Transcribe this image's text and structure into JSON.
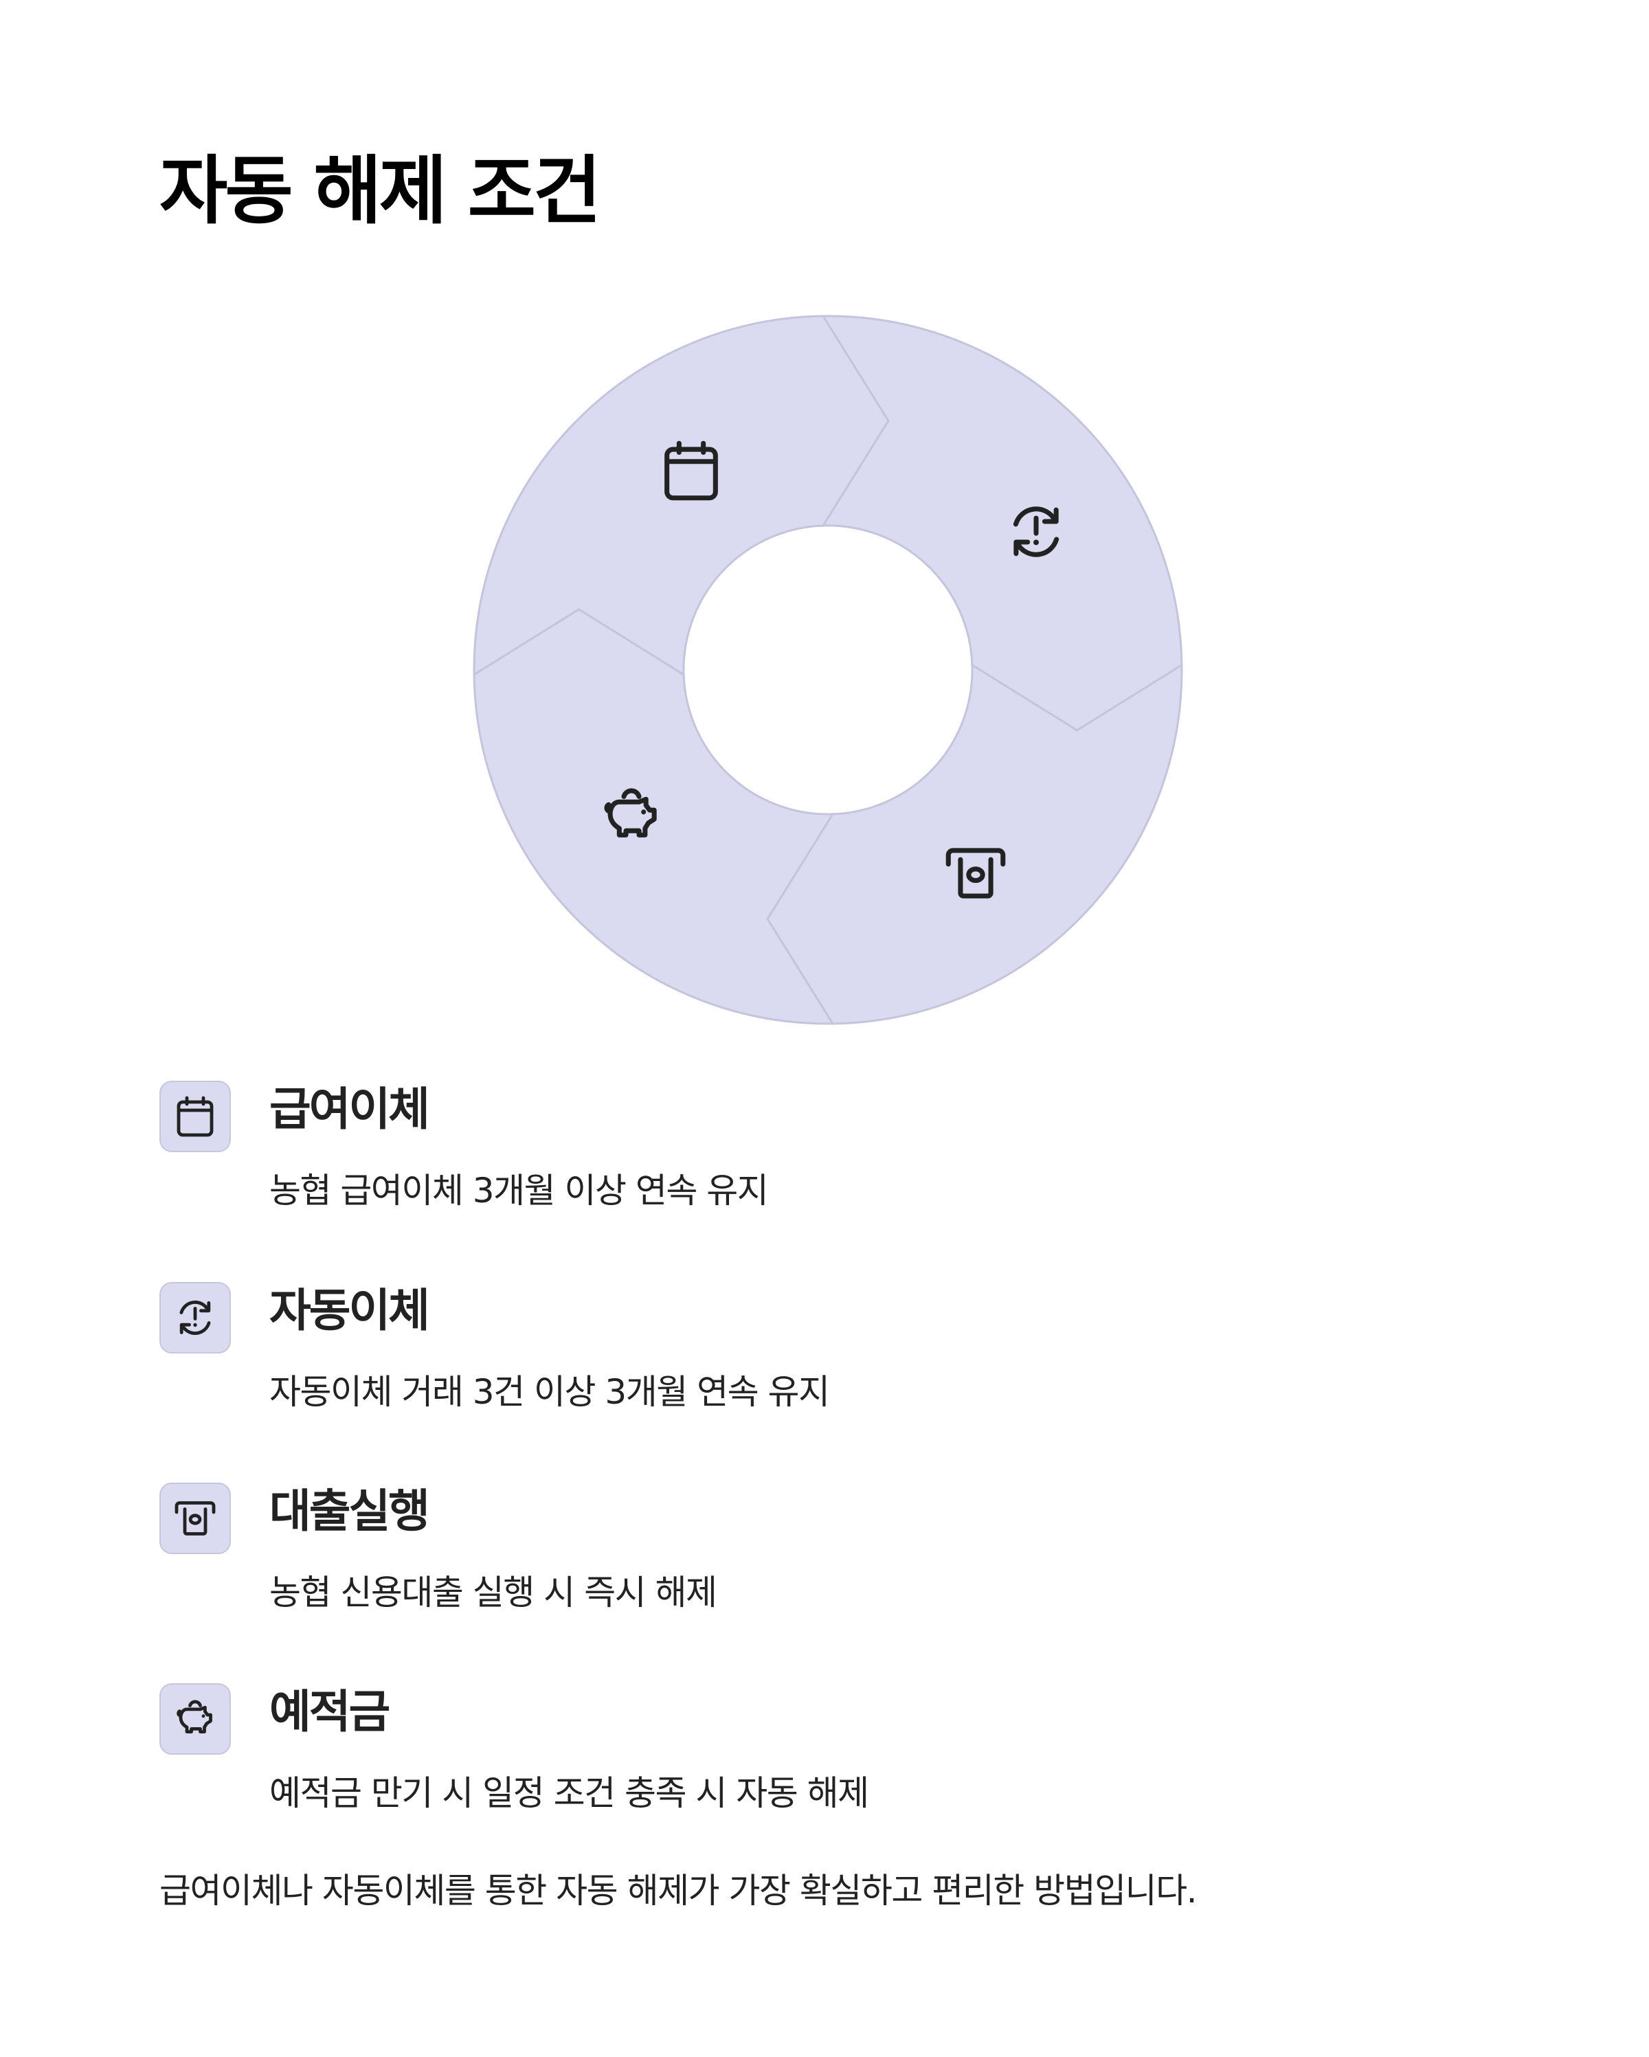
{
  "page": {
    "title": "자동 해제 조건",
    "summary": "급여이체나 자동이체를 통한 자동 해제가 가장 확실하고 편리한 방법입니다."
  },
  "colors": {
    "segment_fill": "#dadaf0",
    "segment_stroke": "#c4c4dc",
    "icon_stroke": "#222222",
    "text": "#222222",
    "background": "#ffffff"
  },
  "cycle": {
    "segments": [
      {
        "id": "salary",
        "icon": "calendar-icon",
        "position": "top-left"
      },
      {
        "id": "autopay",
        "icon": "refresh-alert-icon",
        "position": "top-right"
      },
      {
        "id": "loan",
        "icon": "atm-cash-icon",
        "position": "bottom-right"
      },
      {
        "id": "deposit",
        "icon": "piggy-bank-icon",
        "position": "bottom-left"
      }
    ]
  },
  "items": [
    {
      "title": "급여이체",
      "description": "농협 급여이체 3개월 이상 연속 유지",
      "icon": "calendar-icon"
    },
    {
      "title": "자동이체",
      "description": "자동이체 거래 3건 이상 3개월 연속 유지",
      "icon": "refresh-alert-icon"
    },
    {
      "title": "대출실행",
      "description": "농협 신용대출 실행 시 즉시 해제",
      "icon": "atm-cash-icon"
    },
    {
      "title": "예적금",
      "description": "예적금 만기 시 일정 조건 충족 시 자동 해제",
      "icon": "piggy-bank-icon"
    }
  ]
}
